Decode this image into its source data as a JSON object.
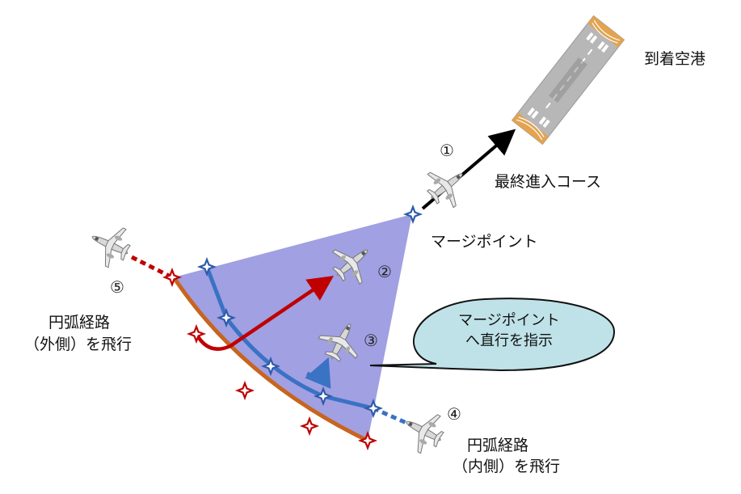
{
  "labels": {
    "airport": "到着空港",
    "final_course": "最終進入コース",
    "merge_point": "マージポイント",
    "outer_arc_line1": "円弧経路",
    "outer_arc_line2": "（外側）を飛行",
    "inner_arc_line1": "円弧経路",
    "inner_arc_line2": "（内側）を飛行",
    "callout_line1": "マージポイント",
    "callout_line2": "へ直行を指示"
  },
  "markers": {
    "m1": "①",
    "m2": "②",
    "m3": "③",
    "m4": "④",
    "m5": "⑤"
  },
  "colors": {
    "fan_area": "#9b9be0",
    "outer_arc": "#c8641e",
    "inner_arc": "#3a72c4",
    "direct_route_outer": "#c00000",
    "direct_route_inner": "#3a72c4",
    "final_course": "#000000",
    "callout_fill": "#bfe2e8",
    "waypoint_inner": "#2f5aa8",
    "waypoint_outer": "#c00000"
  }
}
